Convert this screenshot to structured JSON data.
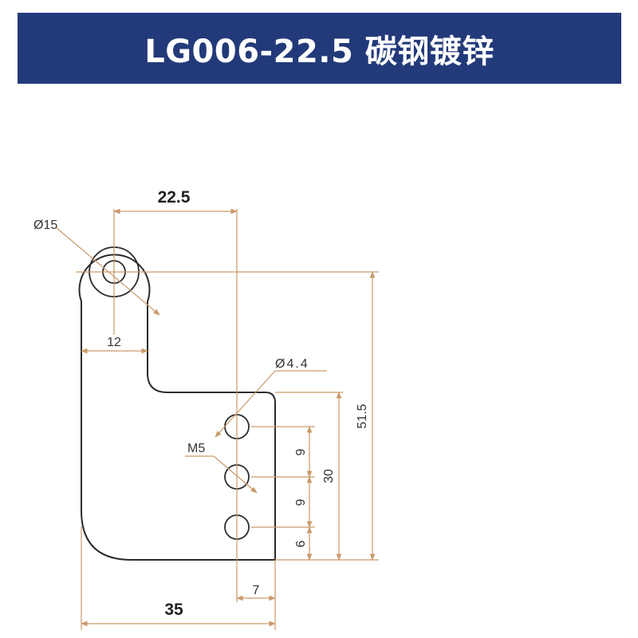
{
  "header": {
    "title": "LG006-22.5 碳钢镀锌",
    "background": "#233a7a",
    "text_color": "#ffffff"
  },
  "drawing": {
    "part_outline_color": "#2b2b2b",
    "dimension_color": "#c99a6a",
    "labels": {
      "top_width": "22.5",
      "outer_diameter": "Ø15",
      "neck_width": "12",
      "hole_diameter": "Ø4.4",
      "thread": "M5",
      "height_total": "51.5",
      "hole_span": "30",
      "pitch_upper": "9",
      "pitch_lower": "9",
      "bottom_offset": "6",
      "edge_offset": "7",
      "base_width": "35"
    }
  }
}
